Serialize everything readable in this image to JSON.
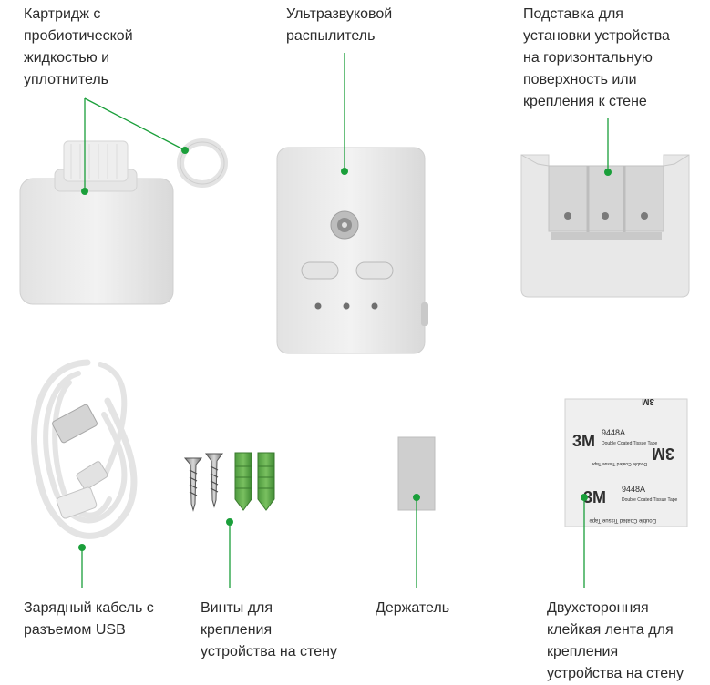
{
  "labels": {
    "cartridge": "Картридж с\nпробиотической\nжидкостью и\nуплотнитель",
    "atomizer": "Ультразвуковой\nраспылитель",
    "stand": "Подставка  для\nустановки устройства\nна горизонтальную\nповерхность или\nкрепления к стене",
    "cable": "Зарядный кабель с\nразъемом USB",
    "screws": "Винты для\nкрепления\nустройства на стену",
    "holder": "Держатель",
    "tape": "Двухсторонняя\nклейкая лента для\nкрепления\nустройства на стену"
  },
  "tape_print": {
    "brand": "3M",
    "code": "9448A",
    "desc": "Double Coated Tissue Tape"
  },
  "colors": {
    "accent": "#1a9f3a",
    "device": "#ececec"
  }
}
